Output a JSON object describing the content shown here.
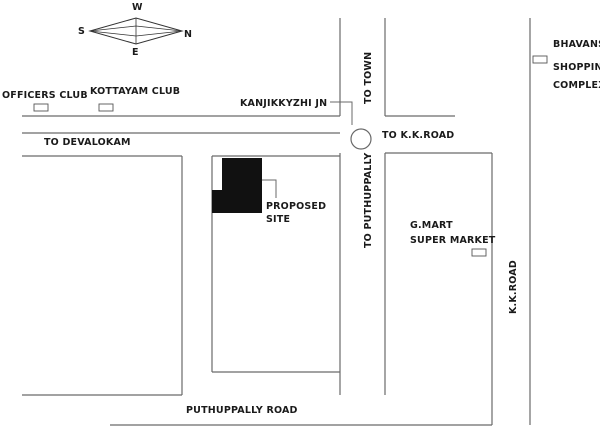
{
  "compass": {
    "north_big": "N",
    "west": "W",
    "south": "S",
    "east": "E"
  },
  "labels": {
    "officers_club": "OFFICERS CLUB",
    "kottayam_club": "KOTTAYAM CLUB",
    "kanjikkuzhi_jn": "KANJIKKYZHI JN",
    "to_devalokam": "TO DEVALOKAM",
    "to_town": "TO TOWN",
    "to_kk_road": "TO K.K.ROAD",
    "bhavans_line1": "BHAVANS",
    "bhavans_line2": "SHOPPING",
    "bhavans_line3": "COMPLEX",
    "proposed_line1": "PROPOSED",
    "proposed_line2": "SITE",
    "gmart_line1": "G.MART",
    "gmart_line2": "SUPER MARKET",
    "to_puthuppally": "TO PUTHUPPALLY",
    "kk_road": "K.K.ROAD",
    "puthuppally_road": "PUTHUPPALLY ROAD"
  },
  "colors": {
    "road": "#6a6a6a",
    "site": "#111111",
    "text": "#1a1a1a"
  }
}
